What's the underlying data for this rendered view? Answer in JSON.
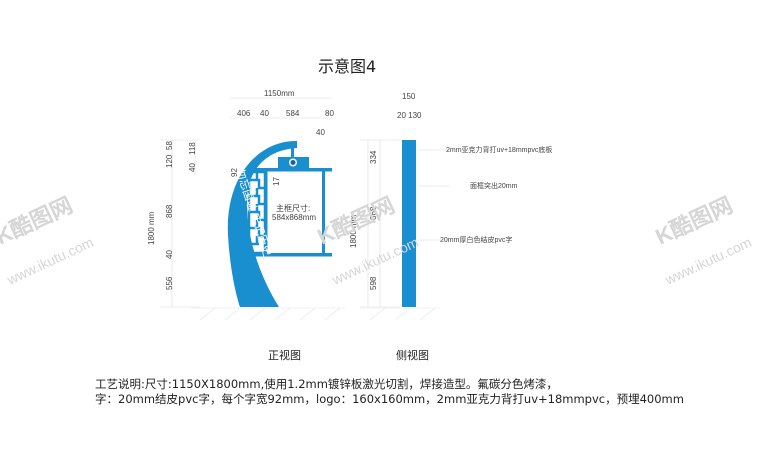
{
  "title": "示意图4",
  "front": {
    "label": "正视图",
    "width_total": "1150mm",
    "widths": [
      "406",
      "40",
      "584",
      "80"
    ],
    "w40b": "40",
    "heights_left": [
      "58",
      "120",
      "868",
      "40",
      "556"
    ],
    "heights_left2": [
      "118",
      "40"
    ],
    "total_height": "1800 mm",
    "dim92": "92",
    "dim17": "17",
    "frame_text": [
      "主框尺寸:",
      "584x868mm"
    ],
    "slogan": "勿忘国耻 牢记历史"
  },
  "side": {
    "label": "侧视图",
    "depth_total": "150",
    "depths": "20 130",
    "heights": [
      "334",
      "868",
      "598"
    ],
    "total_height": "1800 mm",
    "notes": [
      "2mm亚克力背打uv+18mmpvc底板",
      "面框突出20mm",
      "20mm厚白色结皮pvc字"
    ]
  },
  "description": [
    "工艺说明:尺寸:1150X1800mm,使用1.2mm镀锌板激光切割，焊接造型。氟碳分色烤漆，",
    "字：20mm结皮pvc字，每个字宽92mm，logo：160x160mm，2mm亚克力背打uv+18mmpvc，预埋400mm"
  ],
  "watermark": "www.ikutu.com",
  "colors": {
    "blue": "#1a8fd0"
  }
}
